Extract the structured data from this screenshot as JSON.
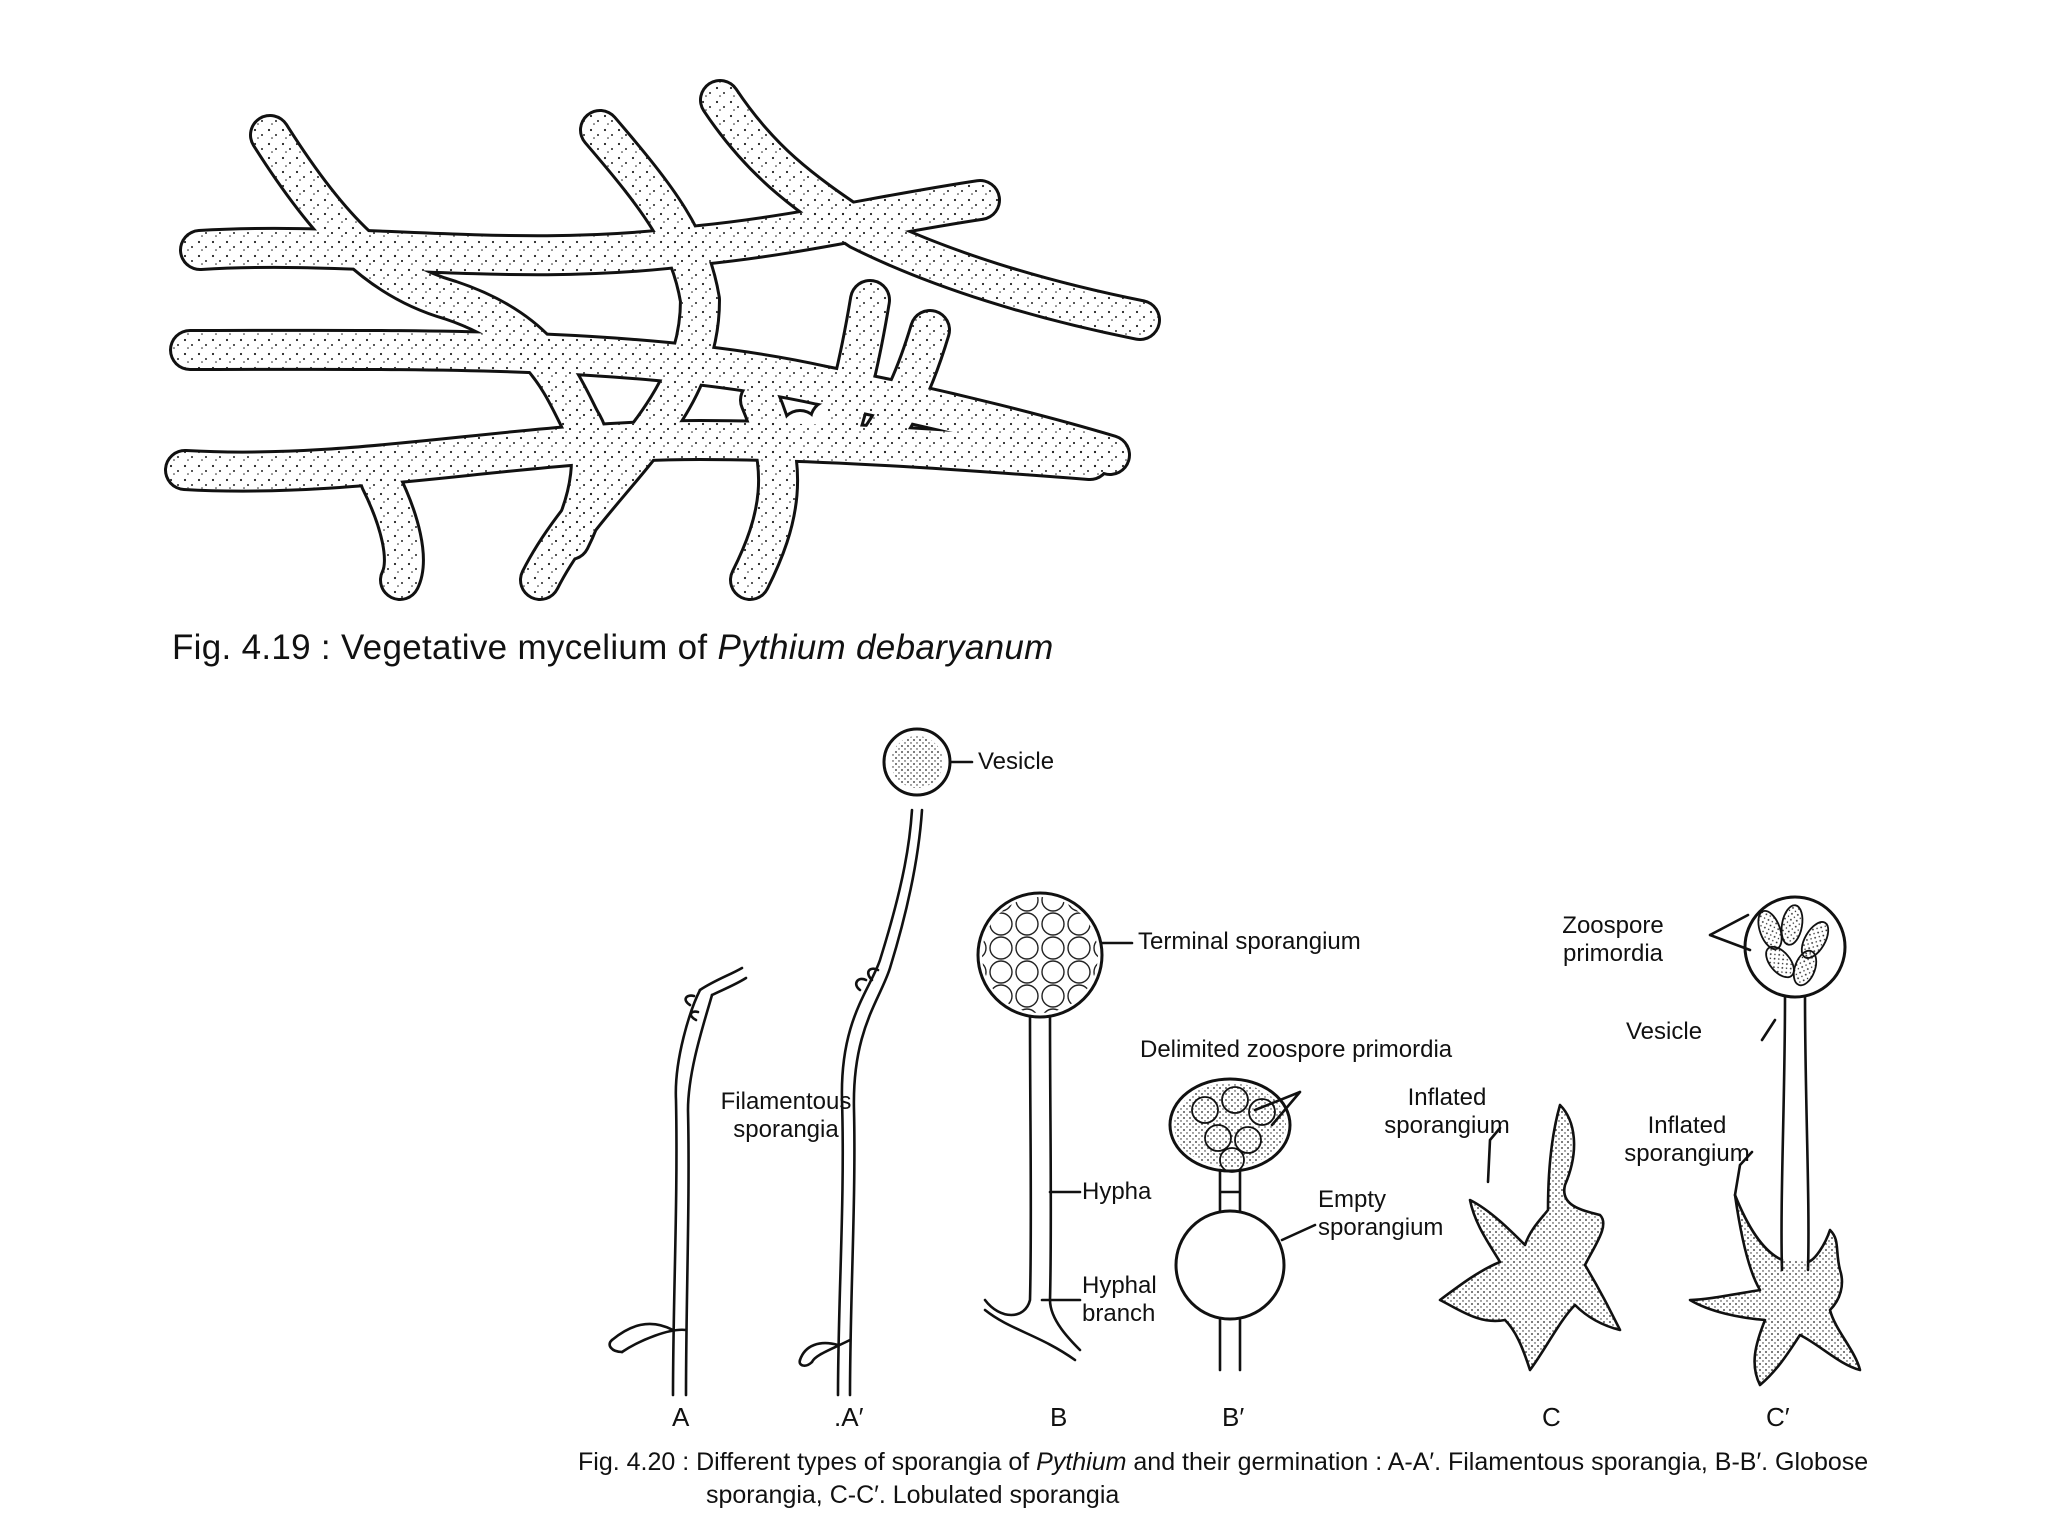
{
  "fig419": {
    "prefix": "Fig. 4.19 : Vegetative mycelium of ",
    "italic": "Pythium debaryanum"
  },
  "fig420": {
    "panels": [
      "A",
      ".A′",
      "B",
      "B′",
      "C",
      "C′"
    ],
    "labels": {
      "vesicle_top": "Vesicle",
      "filamentous_1": "Filamentous",
      "filamentous_2": "sporangia",
      "terminal": "Terminal sporangium",
      "hypha": "Hypha",
      "hyphal_1": "Hyphal",
      "hyphal_2": "branch",
      "delimited": "Delimited zoospore primordia",
      "empty_1": "Empty",
      "empty_2": "sporangium",
      "inflated_c_1": "Inflated",
      "inflated_c_2": "sporangium",
      "zoospore_1": "Zoospore",
      "zoospore_2": "primordia",
      "vesicle_c": "Vesicle",
      "inflated_cp_1": "Inflated",
      "inflated_cp_2": "sporangium"
    },
    "caption": {
      "prefix": "Fig. 4.20 : Different types of sporangia of ",
      "italic": "Pythium",
      "suffix": " and their germination : A-A′. Filamentous sporangia, B-B′. Globose",
      "line2": "sporangia, C-C′. Lobulated sporangia"
    }
  }
}
